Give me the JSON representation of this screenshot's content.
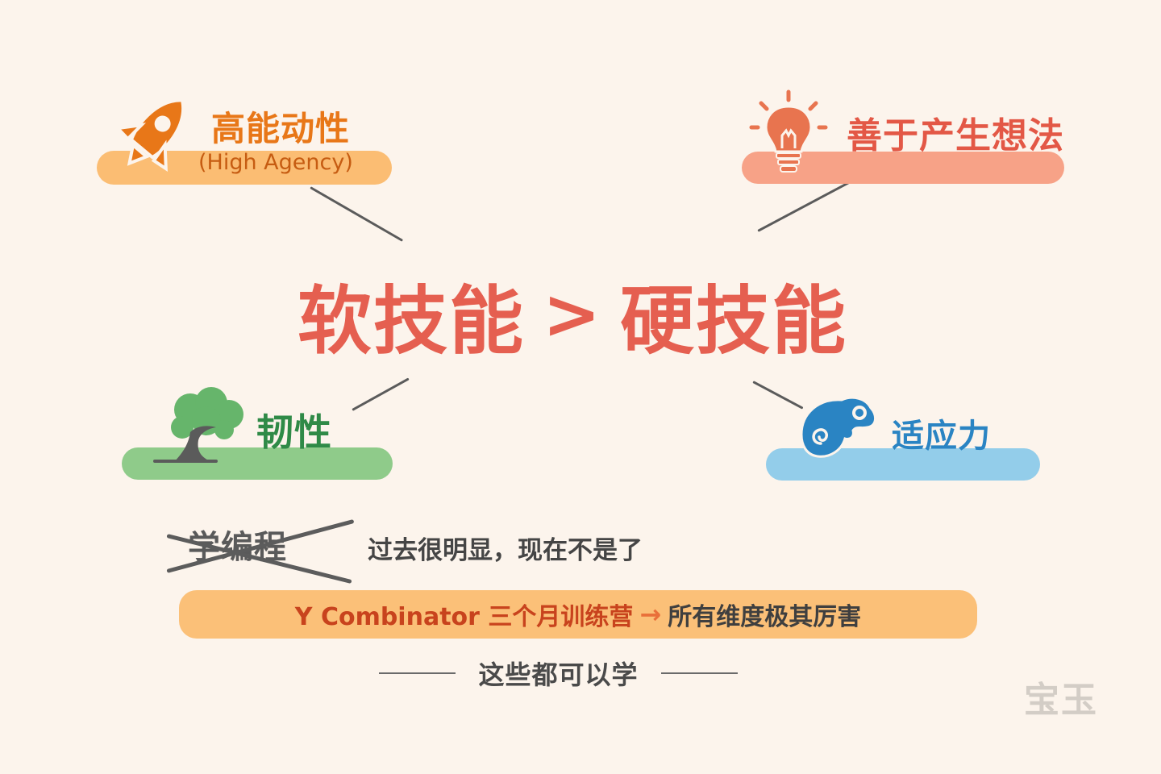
{
  "center": {
    "left": "软技能",
    "operator": ">",
    "right": "硬技能"
  },
  "nodes": {
    "agency": {
      "title": "高能动性",
      "subtitle": "(High Agency)",
      "icon": "rocket-icon",
      "color": "#e87718",
      "bar_color": "#fbbd73"
    },
    "ideas": {
      "title": "善于产生想法",
      "icon": "lightbulb-icon",
      "color": "#e35846",
      "bar_color": "#f7a287"
    },
    "resilience": {
      "title": "韧性",
      "icon": "tree-icon",
      "color": "#2f8a47",
      "bar_color": "#8fcb8a"
    },
    "adaptability": {
      "title": "适应力",
      "icon": "chameleon-icon",
      "color": "#2a84c3",
      "bar_color": "#93cdea"
    }
  },
  "crossed": {
    "text": "学编程",
    "note": "过去很明显，现在不是了"
  },
  "yc": {
    "left": "Y Combinator 三个月训练营",
    "arrow": "→",
    "right": "所有维度极其厉害"
  },
  "footer": {
    "text": "这些都可以学"
  },
  "watermark": "宝玉"
}
